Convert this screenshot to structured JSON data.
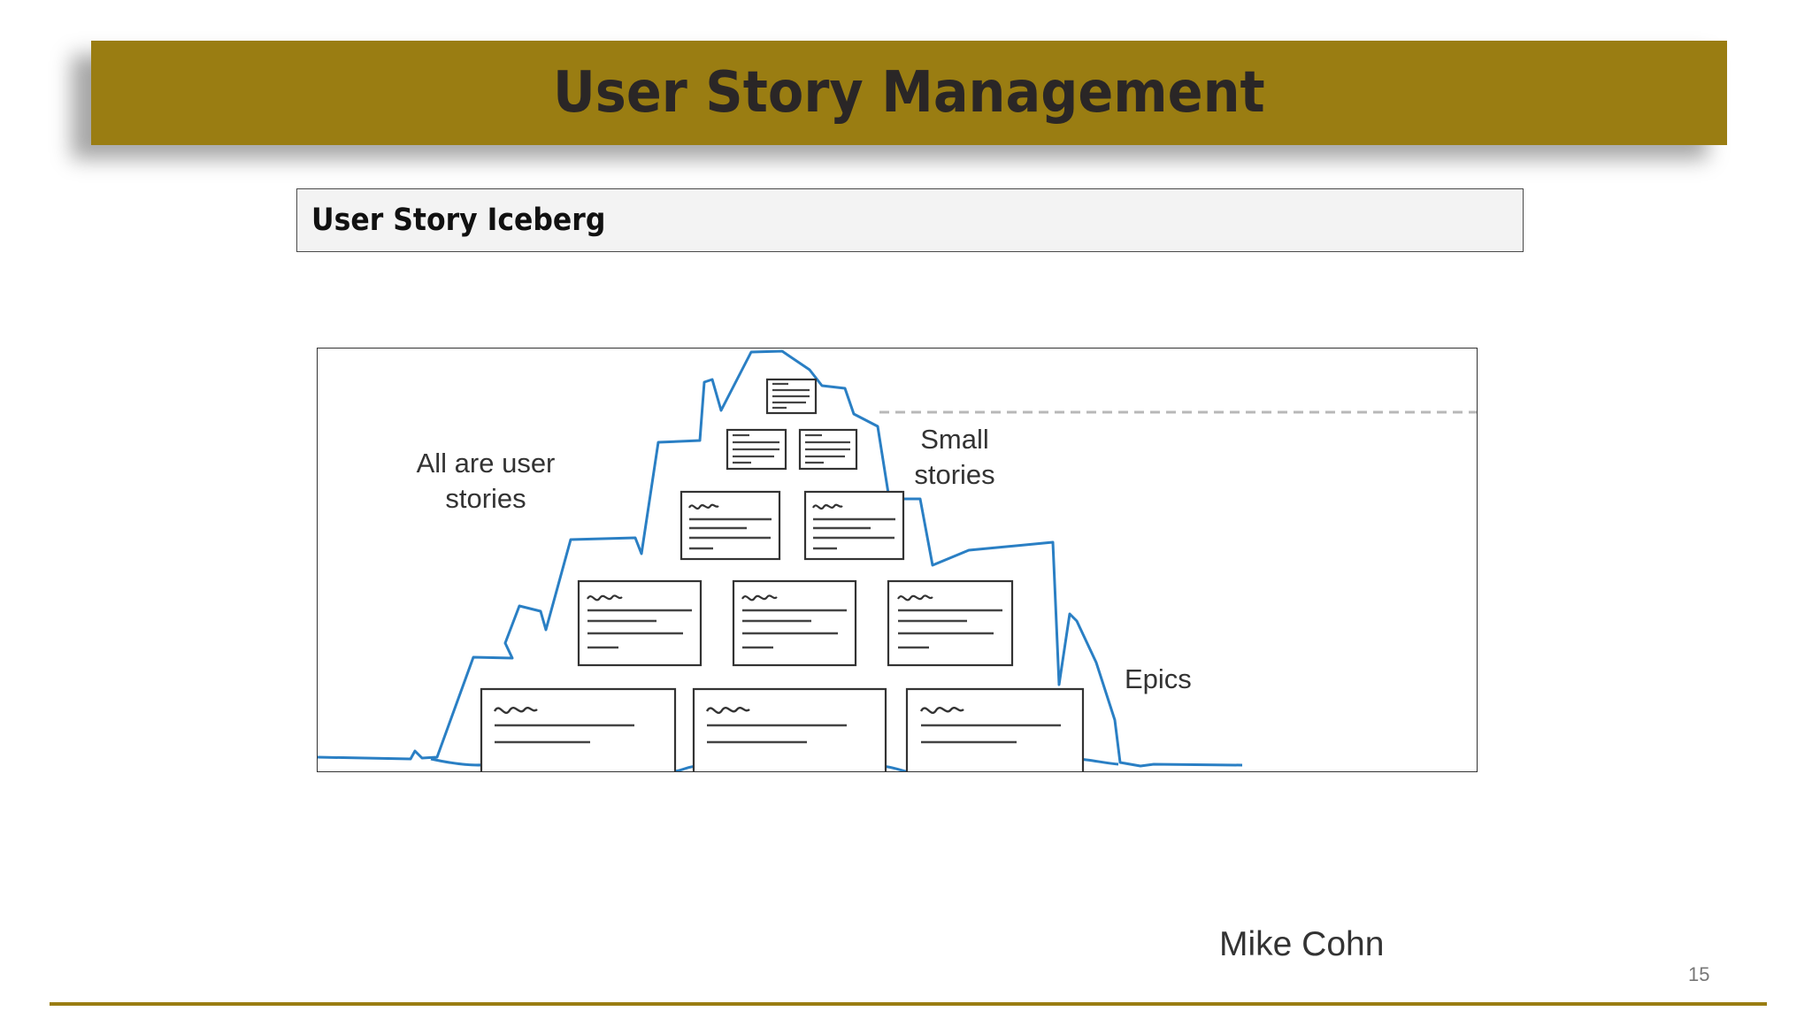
{
  "slide": {
    "title": "User Story Management",
    "subtitle": "User Story Iceberg",
    "credit": "Mike Cohn",
    "page_number": "15"
  },
  "figure": {
    "label_left": "All are user stories",
    "label_left_line1": "All are user",
    "label_left_line2": "stories",
    "label_small_line1": "Small",
    "label_small_line2": "stories",
    "label_epics": "Epics"
  },
  "colors": {
    "accent": "#9a7d12",
    "iceberg_outline": "#2a7fc4",
    "title_text": "#2a2626"
  }
}
